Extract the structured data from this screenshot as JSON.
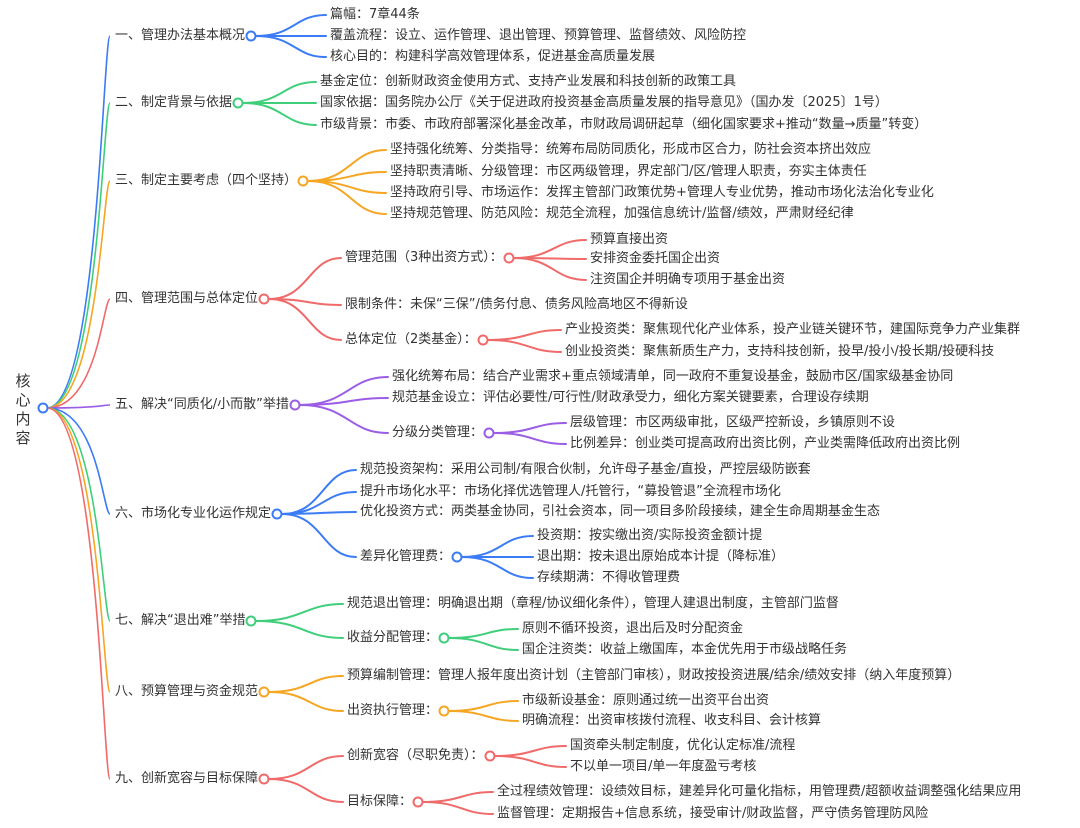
{
  "root": {
    "label": "核心内容",
    "color": "#3b7cf5"
  },
  "branches": [
    {
      "label": "一、管理办法基本概况",
      "color": "#3b7cf5",
      "children": [
        {
          "label": "篇幅：7章44条"
        },
        {
          "label": "覆盖流程：设立、运作管理、退出管理、预算管理、监督绩效、风险防控"
        },
        {
          "label": "核心目的：构建科学高效管理体系，促进基金高质量发展"
        }
      ]
    },
    {
      "label": "二、制定背景与依据",
      "color": "#3fcf7a",
      "children": [
        {
          "label": "基金定位：创新财政资金使用方式、支持产业发展和科技创新的政策工具"
        },
        {
          "label": "国家依据：国务院办公厅《关于促进政府投资基金高质量发展的指导意见》（国办发〔2025〕1号）"
        },
        {
          "label": "市级背景：市委、市政府部署深化基金改革，市财政局调研起草（细化国家要求+推动“数量→质量”转变）"
        }
      ]
    },
    {
      "label": "三、制定主要考虑（四个坚持）",
      "color": "#f5a623",
      "children": [
        {
          "label": "坚持强化统筹、分类指导：统筹布局防同质化，形成市区合力，防社会资本挤出效应"
        },
        {
          "label": "坚持职责清晰、分级管理：市区两级管理，界定部门/区/管理人职责，夯实主体责任"
        },
        {
          "label": "坚持政府引导、市场运作：发挥主管部门政策优势+管理人专业优势，推动市场化法治化专业化"
        },
        {
          "label": "坚持规范管理、防范风险：规范全流程，加强信息统计/监督/绩效，严肃财经纪律"
        }
      ]
    },
    {
      "label": "四、管理范围与总体定位",
      "color": "#f06a6a",
      "children": [
        {
          "label": "管理范围（3种出资方式）：",
          "children": [
            {
              "label": "预算直接出资"
            },
            {
              "label": "安排资金委托国企出资"
            },
            {
              "label": "注资国企并明确专项用于基金出资"
            }
          ]
        },
        {
          "label": "限制条件：未保“三保”/债务付息、债务风险高地区不得新设"
        },
        {
          "label": "总体定位（2类基金）：",
          "children": [
            {
              "label": "产业投资类：聚焦现代化产业体系，投产业链关键环节，建国际竞争力产业集群"
            },
            {
              "label": "创业投资类：聚焦新质生产力，支持科技创新，投早/投小/投长期/投硬科技"
            }
          ]
        }
      ]
    },
    {
      "label": "五、解决“同质化/小而散”举措",
      "color": "#9b5de5",
      "children": [
        {
          "label": "强化统筹布局：结合产业需求+重点领域清单，同一政府不重复设基金，鼓励市区/国家级基金协同"
        },
        {
          "label": "规范基金设立：评估必要性/可行性/财政承受力，细化方案关键要素，合理设存续期"
        },
        {
          "label": "分级分类管理：",
          "children": [
            {
              "label": "层级管理：市区两级审批，区级严控新设，乡镇原则不设"
            },
            {
              "label": "比例差异：创业类可提高政府出资比例，产业类需降低政府出资比例"
            }
          ]
        }
      ]
    },
    {
      "label": "六、市场化专业化运作规定",
      "color": "#3b7cf5",
      "children": [
        {
          "label": "规范投资架构：采用公司制/有限合伙制，允许母子基金/直投，严控层级防嵌套"
        },
        {
          "label": "提升市场化水平：市场化择优选管理人/托管行，“募投管退”全流程市场化"
        },
        {
          "label": "优化投资方式：两类基金协同，引社会资本，同一项目多阶段接续，建全生命周期基金生态"
        },
        {
          "label": "差异化管理费：",
          "children": [
            {
              "label": "投资期：按实缴出资/实际投资金额计提"
            },
            {
              "label": "退出期：按未退出原始成本计提（降标准）"
            },
            {
              "label": "存续期满：不得收管理费"
            }
          ]
        }
      ]
    },
    {
      "label": "七、解决“退出难”举措",
      "color": "#3fcf7a",
      "children": [
        {
          "label": "规范退出管理：明确退出期（章程/协议细化条件），管理人建退出制度，主管部门监督"
        },
        {
          "label": "收益分配管理：",
          "children": [
            {
              "label": "原则不循环投资，退出后及时分配资金"
            },
            {
              "label": "国企注资类：收益上缴国库，本金优先用于市级战略任务"
            }
          ]
        }
      ]
    },
    {
      "label": "八、预算管理与资金规范",
      "color": "#f5a623",
      "children": [
        {
          "label": "预算编制管理：管理人报年度出资计划（主管部门审核），财政按投资进展/结余/绩效安排（纳入年度预算）"
        },
        {
          "label": "出资执行管理：",
          "children": [
            {
              "label": "市级新设基金：原则通过统一出资平台出资"
            },
            {
              "label": "明确流程：出资审核拨付流程、收支科目、会计核算"
            }
          ]
        }
      ]
    },
    {
      "label": "九、创新宽容与目标保障",
      "color": "#f06a6a",
      "children": [
        {
          "label": "创新宽容（尽职免责）：",
          "children": [
            {
              "label": "国资牵头制定制度，优化认定标准/流程"
            },
            {
              "label": "不以单一项目/单一年度盈亏考核"
            }
          ]
        },
        {
          "label": "目标保障：",
          "children": [
            {
              "label": "全过程绩效管理：设绩效目标，建差异化可量化指标，用管理费/超额收益调整强化结果应用"
            },
            {
              "label": "监督管理：定期报告+信息系统，接受审计/财政监督，严守债务管理防风险"
            }
          ]
        }
      ]
    }
  ]
}
